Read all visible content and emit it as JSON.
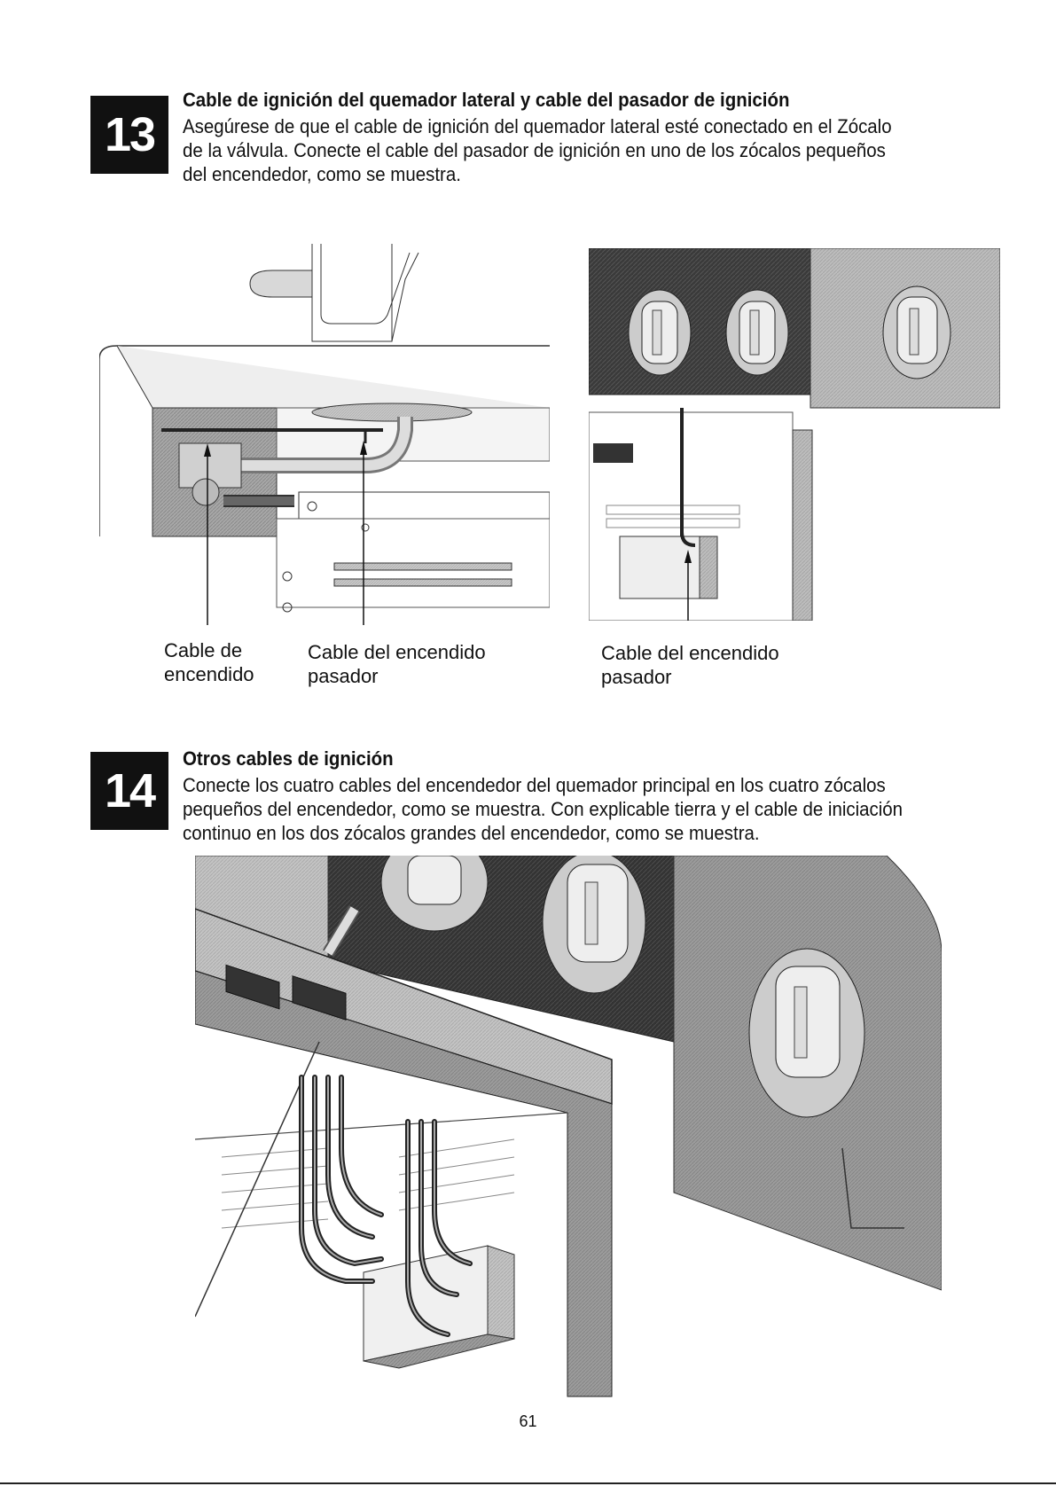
{
  "steps": [
    {
      "number": "13",
      "title": "Cable de ignición del quemador lateral y cable del pasador de ignición",
      "body": "Asegúrese de que el cable de ignición del quemador lateral esté conectado en el Zócalo de la válvula. Conecte el cable del pasador de ignición en uno de los zócalos pequeños del encendedor, como se muestra.",
      "captions": [
        {
          "line1": "Cable de",
          "line2": "encendido"
        },
        {
          "line1": "Cable del encendido",
          "line2": "pasador"
        },
        {
          "line1": "Cable del encendido",
          "line2": "pasador"
        }
      ]
    },
    {
      "number": "14",
      "title": "Otros cables de ignición",
      "body": "Conecte los cuatro cables del encendedor del quemador principal en los cuatro zócalos pequeños del encendedor, como se muestra. Con explicable tierra y el cable de iniciación continuo en los dos zócalos grandes del encendedor, como se muestra."
    }
  ],
  "page_number": "61"
}
